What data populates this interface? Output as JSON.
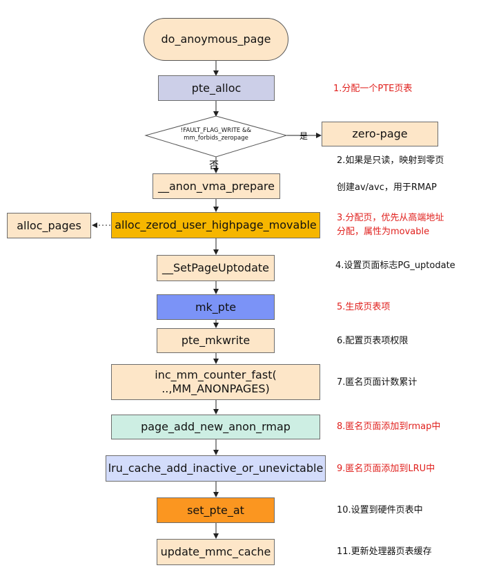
{
  "nodes": {
    "start": "do_anoymous_page",
    "pte_alloc": "pte_alloc",
    "decision_line1": "!FAULT_FLAG_WRITE &&",
    "decision_line2": "mm_forbids_zeropage",
    "zero_page": "zero-page",
    "anon_vma_prepare": "__anon_vma_prepare",
    "alloc_zerod": "alloc_zerod_user_highpage_movable",
    "alloc_pages": "alloc_pages",
    "set_page_uptodate": "__SetPageUptodate",
    "mk_pte": "mk_pte",
    "pte_mkwrite": "pte_mkwrite",
    "inc_counter_line1": "inc_mm_counter_fast(",
    "inc_counter_line2": "..,MM_ANONPAGES)",
    "page_add_new_anon_rmap": "page_add_new_anon_rmap",
    "lru_cache_add": "lru_cache_add_inactive_or_unevictable",
    "set_pte_at": "set_pte_at",
    "update_mmc_cache": "update_mmc_cache"
  },
  "edge_labels": {
    "yes": "是",
    "no": "否"
  },
  "notes": {
    "n1": "1.分配一个PTE页表",
    "n2": "2.如果是只读，映射到零页",
    "n_avc": "创建av/avc，用于RMAP",
    "n3_line1": "3.分配页，优先从高端地址",
    "n3_line2": "分配，属性为movable",
    "n4": "4.设置页面标志PG_uptodate",
    "n5": "5.生成页表项",
    "n6": "6.配置页表项权限",
    "n7": "7.匿名页面计数累计",
    "n8": "8.匿名页面添加到rmap中",
    "n9": "9.匿名页面添加到LRU中",
    "n10": "10.设置到硬件页表中",
    "n11": "11.更新处理器页表缓存"
  },
  "colors": {
    "peach": "#fde6c8",
    "lavender": "#cccfe8",
    "amber": "#f6b600",
    "blue": "#7b93f7",
    "mint": "#cdeee3",
    "periwinkle": "#d3dcfb",
    "orange": "#fb9620",
    "note_red": "#e0201d"
  }
}
